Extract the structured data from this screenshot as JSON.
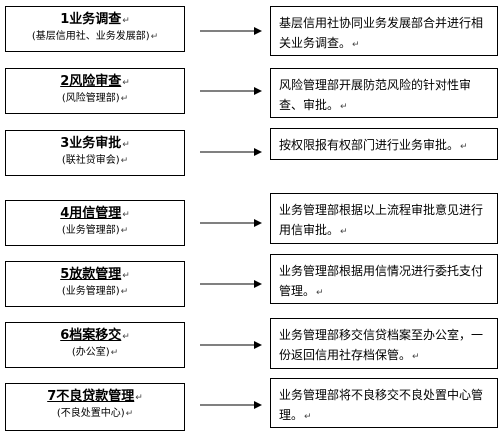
{
  "para_mark": "↵",
  "steps": [
    {
      "title": "1业务调查",
      "subtitle": "(基层信用社、业务发展部)",
      "description": "基层信用社协同业务发展部合并进行相关业务调查。"
    },
    {
      "title": "2风险审查",
      "subtitle": "(风险管理部)",
      "description": "风险管理部开展防范风险的针对性审查、审批。"
    },
    {
      "title": "3业务审批",
      "subtitle": "(联社贷审会)",
      "description": "按权限报有权部门进行业务审批。"
    },
    {
      "title": "4用信管理",
      "subtitle": "(业务管理部)",
      "description": "业务管理部根据以上流程审批意见进行用信审批。"
    },
    {
      "title": "5放款管理",
      "subtitle": "(业务管理部)",
      "description": "业务管理部根据用信情况进行委托支付管理。"
    },
    {
      "title": "6档案移交",
      "subtitle": "(办公室)",
      "description": "业务管理部移交信贷档案至办公室，一份返回信用社存档保管。"
    },
    {
      "title": "7不良贷款管理",
      "subtitle": "(不良处置中心)",
      "description": "业务管理部将不良移交不良处置中心管理。"
    }
  ]
}
